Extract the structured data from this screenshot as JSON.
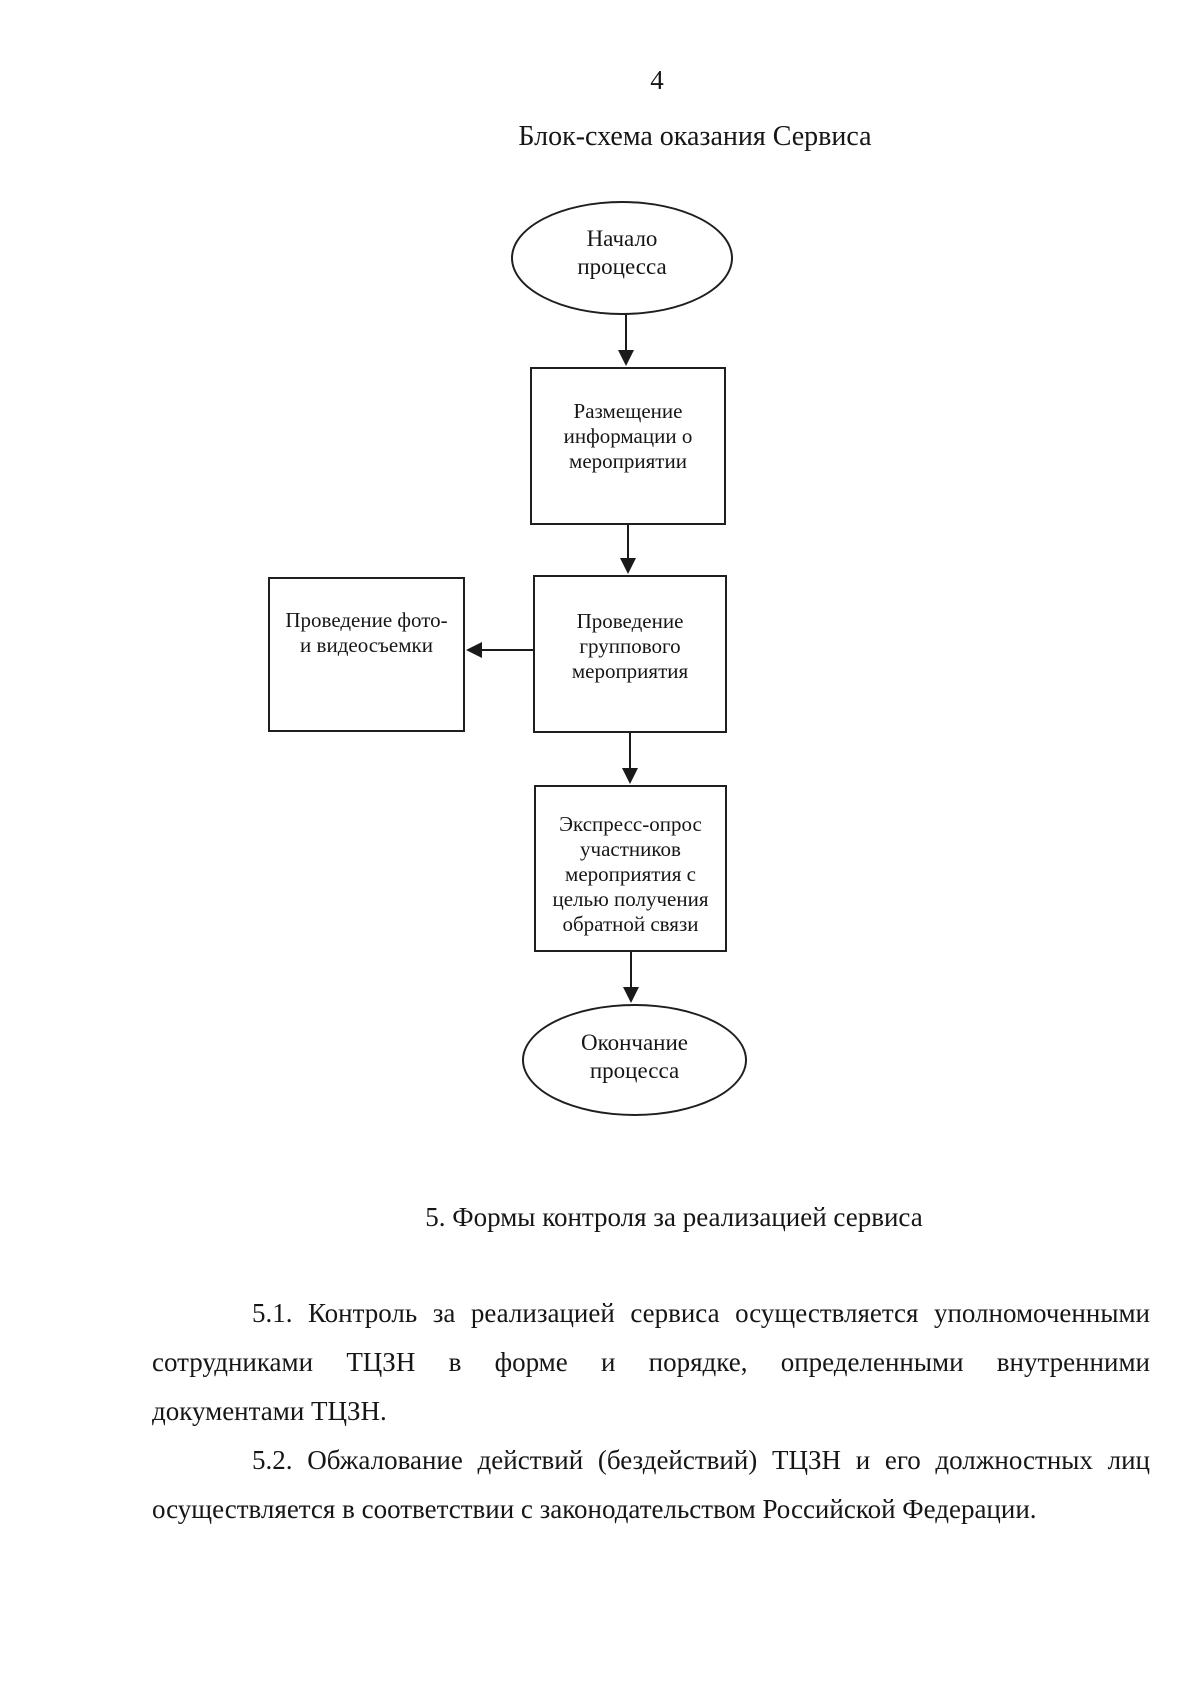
{
  "page": {
    "number": "4"
  },
  "diagram": {
    "title": "Блок-схема оказания Сервиса",
    "nodes": [
      {
        "id": "start",
        "type": "terminator",
        "label": "Начало\nпроцесса"
      },
      {
        "id": "place-info",
        "type": "process",
        "label": "Размещение\nинформации о\nмероприятии"
      },
      {
        "id": "photo-video",
        "type": "process",
        "label": "Проведение фото-\nи видеосъемки"
      },
      {
        "id": "group-event",
        "type": "process",
        "label": "Проведение\nгруппового\nмероприятия"
      },
      {
        "id": "survey",
        "type": "process",
        "label": "Экспресс-опрос\nучастников\nмероприятия с\nцелью получения\nобратной связи"
      },
      {
        "id": "end",
        "type": "terminator",
        "label": "Окончание\nпроцесса"
      }
    ],
    "edges": [
      {
        "from": "start",
        "to": "place-info"
      },
      {
        "from": "place-info",
        "to": "group-event"
      },
      {
        "from": "group-event",
        "to": "photo-video"
      },
      {
        "from": "group-event",
        "to": "survey"
      },
      {
        "from": "survey",
        "to": "end"
      }
    ]
  },
  "section": {
    "heading": "5. Формы контроля за реализацией сервиса",
    "paragraphs": [
      {
        "lines": [
          "5.1. Контроль за реализацией сервиса осуществляется уполномоченными",
          "сотрудниками ТЦЗН в форме и порядке, определенными внутренними",
          "документами ТЦЗН."
        ]
      },
      {
        "lines": [
          "5.2. Обжалование действий (бездействий) ТЦЗН и его должностных лиц",
          "осуществляется в соответствии с законодательством Российской Федерации."
        ]
      }
    ]
  }
}
